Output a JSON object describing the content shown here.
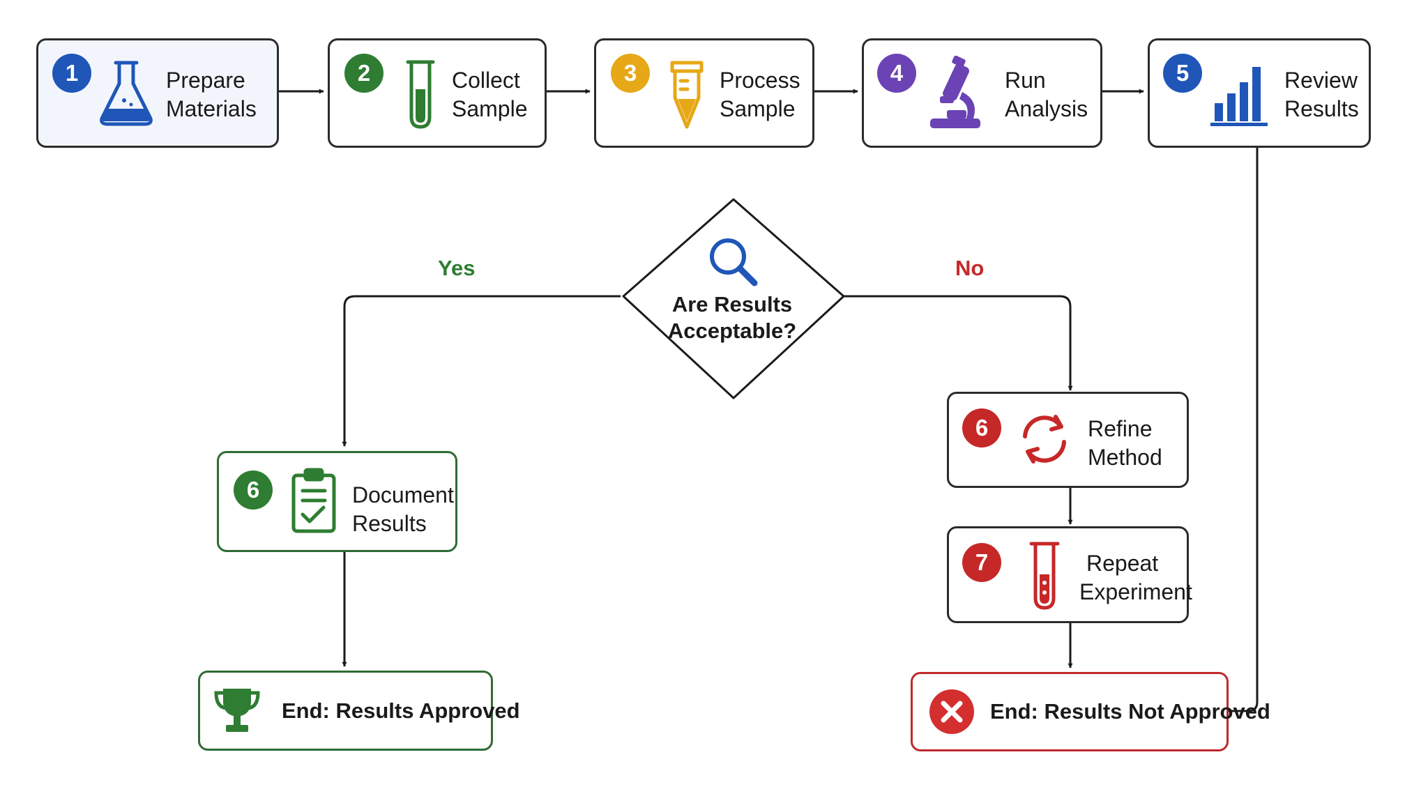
{
  "colors": {
    "blue": "#1f56b8",
    "green": "#2e7d32",
    "amber": "#e6a817",
    "purple": "#6b43b5",
    "red": "#c62828",
    "line": "#1a1a1a"
  },
  "steps": [
    {
      "number": "1",
      "line1": "Prepare",
      "line2": "Materials",
      "icon": "flask-icon",
      "color": "#1f56b8"
    },
    {
      "number": "2",
      "line1": "Collect",
      "line2": "Sample",
      "icon": "test-tube-icon",
      "color": "#2e7d32"
    },
    {
      "number": "3",
      "line1": "Process",
      "line2": "Sample",
      "icon": "sample-tube-icon",
      "color": "#e6a817"
    },
    {
      "number": "4",
      "line1": "Run",
      "line2": "Analysis",
      "icon": "microscope-icon",
      "color": "#6b43b5"
    },
    {
      "number": "5",
      "line1": "Review",
      "line2": "Results",
      "icon": "bar-chart-icon",
      "color": "#1f56b8"
    }
  ],
  "decision": {
    "line1": "Are Results",
    "line2": "Acceptable?",
    "icon": "magnifier-icon"
  },
  "branches": {
    "yes": "Yes",
    "no": "No"
  },
  "document_step": {
    "number": "6",
    "line1": "Document",
    "line2": "Results",
    "icon": "clipboard-check-icon",
    "color": "#2e7d32"
  },
  "refine_step": {
    "number": "6",
    "line1": "Refine",
    "line2": "Method",
    "icon": "refresh-icon",
    "color": "#c62828"
  },
  "repeat_step": {
    "number": "7",
    "line1": "Repeat",
    "line2": "Experiment",
    "icon": "test-tube-icon",
    "color": "#c62828"
  },
  "end_approved": {
    "label": "End: Results Approved",
    "icon": "trophy-icon",
    "color": "#2e7d32"
  },
  "end_rejected": {
    "label": "End: Results Not Approved",
    "icon": "x-circle-icon",
    "color": "#c62828"
  }
}
